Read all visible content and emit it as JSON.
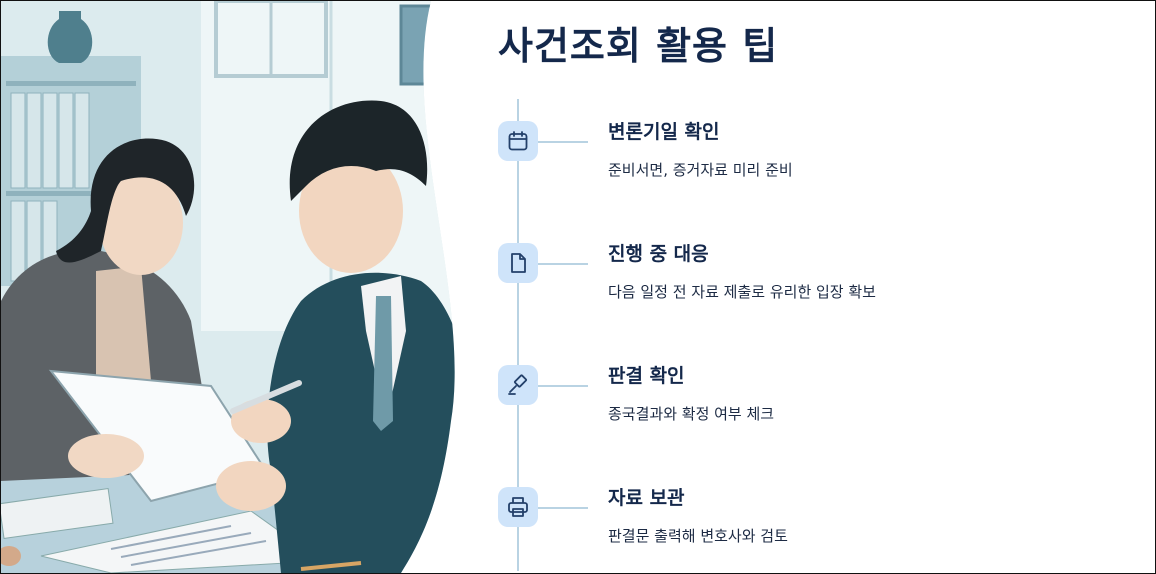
{
  "page": {
    "title": "사건조회 활용 팁"
  },
  "steps": [
    {
      "icon": "calendar-icon",
      "title": "변론기일 확인",
      "description": "준비서면, 증거자료 미리 준비"
    },
    {
      "icon": "document-icon",
      "title": "진행 중 대응",
      "description": "다음 일정 전 자료 제출로 유리한 입장 확보"
    },
    {
      "icon": "gavel-icon",
      "title": "판결 확인",
      "description": "종국결과와 확정 여부 체크"
    },
    {
      "icon": "printer-icon",
      "title": "자료 보관",
      "description": "판결문 출력해 변호사와 검토"
    }
  ],
  "colors": {
    "title": "#14284b",
    "accent_box": "#cfe4fa",
    "timeline": "#b9d3e3"
  }
}
